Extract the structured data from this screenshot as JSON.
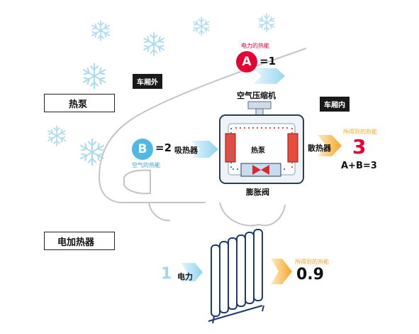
{
  "labels": {
    "outside": "车厢外",
    "inside": "车厢内",
    "heat_pump": "热泵",
    "electric_heater": "电加热器",
    "compressor": "空气压缩机",
    "expansion_valve": "膨胀阀",
    "absorber": "吸热器",
    "radiator": "散热器",
    "pump_center": "热泵"
  },
  "sources": {
    "a_caption": "电力的热能",
    "a_letter": "A",
    "a_value": "=1",
    "b_caption": "空气的热能",
    "b_letter": "B",
    "b_value": "=2"
  },
  "output_pump": {
    "caption": "所得到的热能",
    "value": "3",
    "formula": "A+B=3"
  },
  "heater": {
    "input_value": "1",
    "input_label": "电力",
    "caption": "所得到的热能",
    "output_value": "0.9"
  },
  "colors": {
    "red": "#e60033",
    "light_blue": "#6cc5e9",
    "orange": "#f5a623",
    "dark": "#1a1a1a"
  },
  "icons": [
    "snowflake-icon",
    "heater-radiator-icon",
    "arrow-icon"
  ]
}
